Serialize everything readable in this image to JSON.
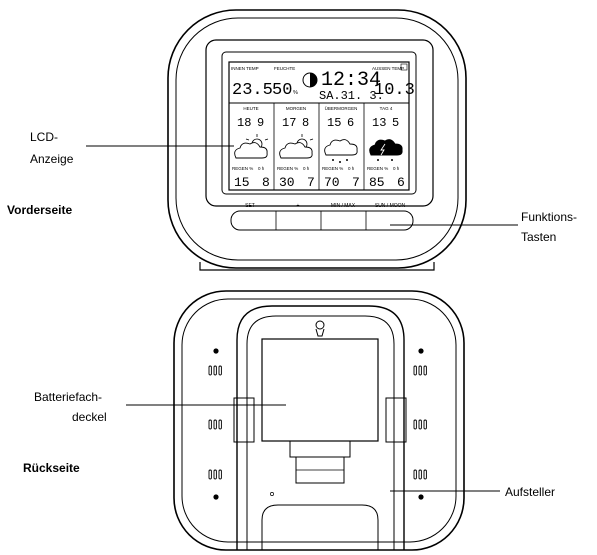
{
  "labels": {
    "lcd_line1": "LCD-",
    "lcd_line2": "Anzeige",
    "front": "Vorderseite",
    "keys_line1": "Funktions-",
    "keys_line2": "Tasten",
    "battery_line1": "Batteriefach-",
    "battery_line2": "deckel",
    "back": "Rückseite",
    "stand": "Aufsteller"
  },
  "lcd": {
    "indoor_label": "INNEN TEMP",
    "humidity_label": "FEUCHTE",
    "outdoor_label": "AUSSEN TEMP",
    "indoor_temp": "23.5",
    "humidity": "50",
    "humidity_unit": "%",
    "time": "12:34",
    "date": "SA.31. 3.",
    "outdoor_temp": "10.3",
    "days": [
      {
        "name": "HEUTE",
        "hi": "18",
        "lo": "9",
        "rain_label": "REGEN %",
        "hours_label": "0 h",
        "rain": "15",
        "hours": "8"
      },
      {
        "name": "MORGEN",
        "hi": "17",
        "lo": "8",
        "rain_label": "REGEN %",
        "hours_label": "0 h",
        "rain": "30",
        "hours": "7"
      },
      {
        "name": "ÜBERMORGEN",
        "hi": "15",
        "lo": "6",
        "rain_label": "REGEN %",
        "hours_label": "0 h",
        "rain": "70",
        "hours": "7"
      },
      {
        "name": "TAG 4",
        "hi": "13",
        "lo": "5",
        "rain_label": "REGEN %",
        "hours_label": "0 h",
        "rain": "85",
        "hours": "6"
      }
    ]
  },
  "buttons": [
    "SET",
    "+",
    "MIN / MAX",
    "SUN / MOON"
  ]
}
